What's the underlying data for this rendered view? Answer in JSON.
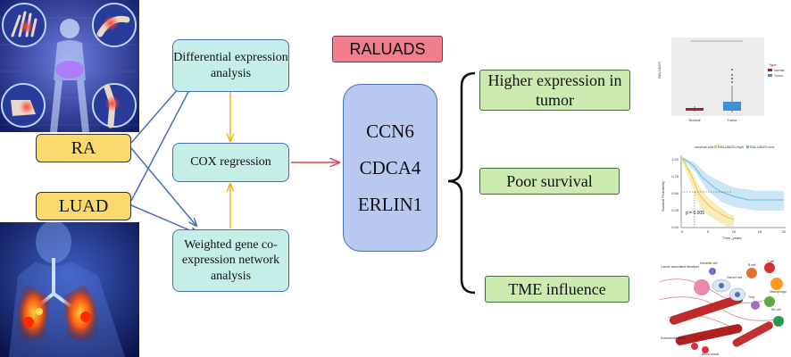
{
  "diseases": {
    "ra": "RA",
    "luad": "LUAD"
  },
  "methods": {
    "differential": "Differential expression analysis",
    "cox": "COX regression",
    "wgcna": "Weighted gene co-expression network analysis"
  },
  "signature_title": "RALUADS",
  "genes": [
    "CCN6",
    "CDCA4",
    "ERLIN1"
  ],
  "outcomes": {
    "higher_expression": "Higher expression in tumor",
    "poor_survival": "Poor survival",
    "tme": "TME influence"
  },
  "survival_plot": {
    "title": "survival plot",
    "legend_high": "RALUADS=high",
    "legend_low": "RALUADS=low",
    "ylabel": "Survival Probability",
    "xlabel": "Time_years",
    "pvalue": "p = 0.005",
    "yticks": [
      "1.00",
      "0.75",
      "0.50",
      "0.25",
      "0.00"
    ],
    "xticks": [
      "0",
      "5",
      "10",
      "15",
      "20"
    ],
    "colors": {
      "high": "#e8c840",
      "low": "#6bb6e0"
    }
  },
  "boxplot": {
    "legend_title": "Type",
    "legend_items": [
      "Normal",
      "Tumor"
    ],
    "ylabel": "RALUADS",
    "categories": [
      "Normal",
      "Tumor"
    ],
    "colors": {
      "normal": "#a31f2e",
      "tumor": "#3f8fd6"
    }
  },
  "tme_labels": [
    "Cancer associated fibroblast",
    "Dendritic cell",
    "T cell",
    "B cell",
    "Cancer cell",
    "Macrophage",
    "Treg",
    "Extracellular matrix",
    "NK cell",
    "Blood vessel"
  ]
}
